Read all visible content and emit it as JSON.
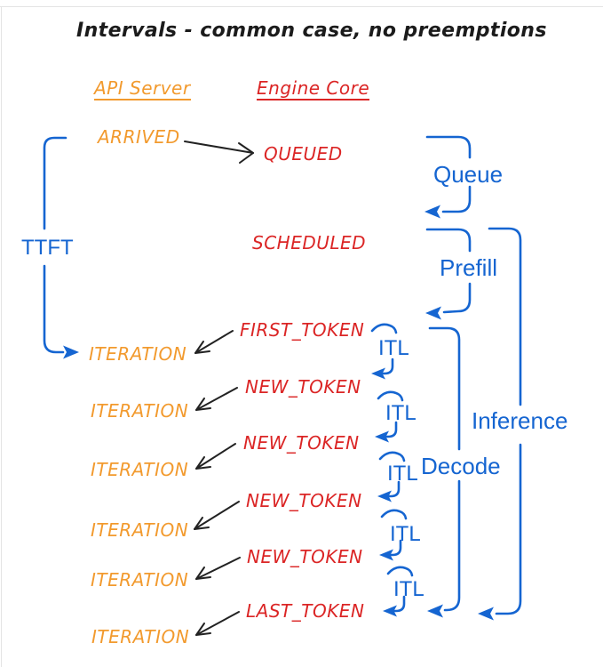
{
  "title": "Intervals - common case, no preemptions",
  "columns": {
    "api_server": "API Server",
    "engine_core": "Engine Core"
  },
  "events": {
    "arrived": "ARRIVED",
    "queued": "QUEUED",
    "scheduled": "SCHEDULED",
    "first_token": "FIRST_TOKEN",
    "new_token": "NEW_TOKEN",
    "last_token": "LAST_TOKEN",
    "iteration": "ITERATION"
  },
  "intervals": {
    "ttft": "TTFT",
    "queue": "Queue",
    "prefill": "Prefill",
    "itl": "ITL",
    "decode": "Decode",
    "inference": "Inference"
  },
  "colors": {
    "api_server_text": "#F29A2E",
    "engine_core_text": "#DB2525",
    "interval_blue": "#1565D1",
    "arrow_black": "#222222",
    "title_black": "#1B1B1B",
    "background": "#FFFFFF"
  }
}
